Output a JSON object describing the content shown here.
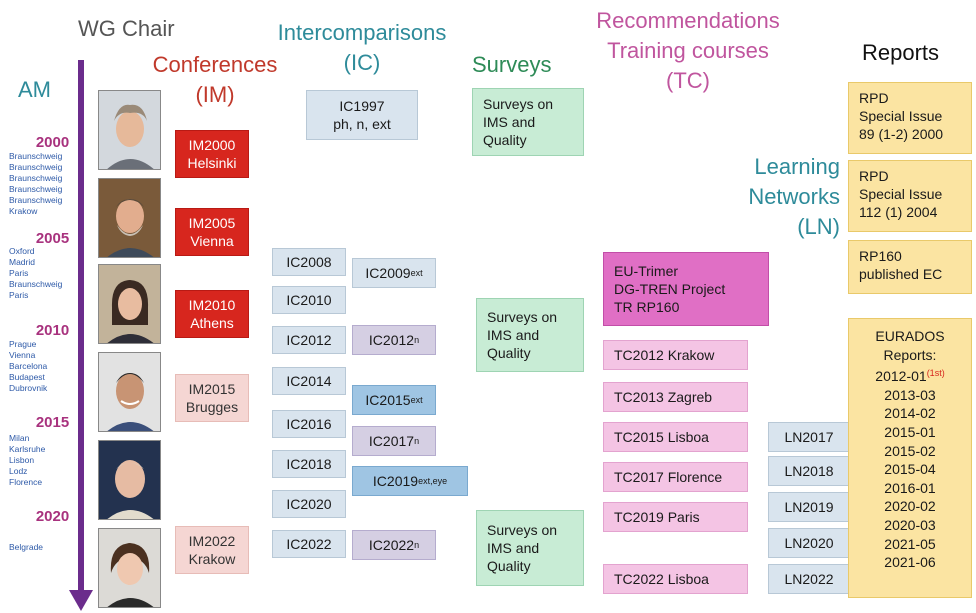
{
  "headers": {
    "wg_chair": "WG Chair",
    "am": "AM",
    "conferences": [
      "Conferences",
      "(IM)"
    ],
    "intercomparisons": [
      "Intercomparisons",
      "(IC)"
    ],
    "surveys": "Surveys",
    "recommendations": [
      "Recommendations",
      "Training courses",
      "(TC)"
    ],
    "learning_networks": [
      "Learning",
      "Networks",
      "(LN)"
    ],
    "reports": "Reports"
  },
  "timeline": {
    "years": [
      "2000",
      "2005",
      "2010",
      "2015",
      "2020"
    ],
    "cities": [
      "Braunschweig",
      "Braunschweig",
      "Braunschweig",
      "Braunschweig",
      "Braunschweig",
      "Krakow",
      "Oxford",
      "Madrid",
      "Paris",
      "Braunschweig",
      "Paris",
      "Prague",
      "Vienna",
      "Barcelona",
      "Budapest",
      "Dubrovnik",
      "Milan",
      "Karlsruhe",
      "Lisbon",
      "Lodz",
      "Florence",
      "Belgrade"
    ]
  },
  "conferences": [
    {
      "lines": [
        "IM2000",
        "Helsinki"
      ]
    },
    {
      "lines": [
        "IM2005",
        "Vienna"
      ]
    },
    {
      "lines": [
        "IM2010",
        "Athens"
      ]
    },
    {
      "lines": [
        "IM2015",
        "Brugges"
      ]
    },
    {
      "lines": [
        "IM2022",
        "Krakow"
      ]
    }
  ],
  "intercomparisons": {
    "top": [
      "IC1997",
      "ph, n, ext"
    ],
    "col1": [
      "IC2008",
      "IC2010",
      "IC2012",
      "IC2014",
      "IC2016",
      "IC2018",
      "IC2020",
      "IC2022"
    ],
    "col2": [
      {
        "base": "IC2009",
        "sub": "ext"
      },
      {
        "base": "IC2012",
        "sub": "n"
      },
      {
        "base": "IC2015",
        "sub": "ext"
      },
      {
        "base": "IC2017",
        "sub": "n"
      },
      {
        "base": "IC2019",
        "sub": "ext,eye"
      },
      {
        "base": "IC2022",
        "sub": "n"
      }
    ]
  },
  "surveys": [
    [
      "Surveys on",
      "IMS  and",
      "Quality"
    ],
    [
      "Surveys on",
      "IMS and",
      "Quality"
    ],
    [
      "Surveys on",
      "IMS  and",
      "Quality"
    ]
  ],
  "training": {
    "project": [
      "EU-Trimer",
      "DG-TREN Project",
      "TR RP160"
    ],
    "courses": [
      "TC2012 Krakow",
      "TC2013 Zagreb",
      "TC2015 Lisboa",
      "TC2017 Florence",
      "TC2019 Paris",
      "TC2022 Lisboa"
    ]
  },
  "learning_networks": [
    "LN2017",
    "LN2018",
    "LN2019",
    "LN2020",
    "LN2022"
  ],
  "reports": {
    "rpd1": [
      "RPD",
      "Special Issue",
      "89 (1-2) 2000"
    ],
    "rpd2": [
      "RPD",
      "Special Issue",
      "112 (1) 2004"
    ],
    "rp160": [
      "RP160",
      "published  EC"
    ],
    "eurados_title": [
      "EURADOS",
      "Reports:"
    ],
    "eurados_first": "2012-01",
    "eurados_first_note": "(1st)",
    "eurados_list": [
      "2013-03",
      "2014-02",
      "2015-01",
      "2015-02",
      "2015-04",
      "2016-01",
      "2020-02",
      "2020-03",
      "2021-05",
      "2021-06"
    ]
  },
  "colors": {
    "arrow": "#6b2c8c",
    "im_active": "#d7261e",
    "ic": "#d9e4ee",
    "survey": "#c8ecd5",
    "training": "#f4c4e4",
    "report": "#fbe4a2"
  }
}
